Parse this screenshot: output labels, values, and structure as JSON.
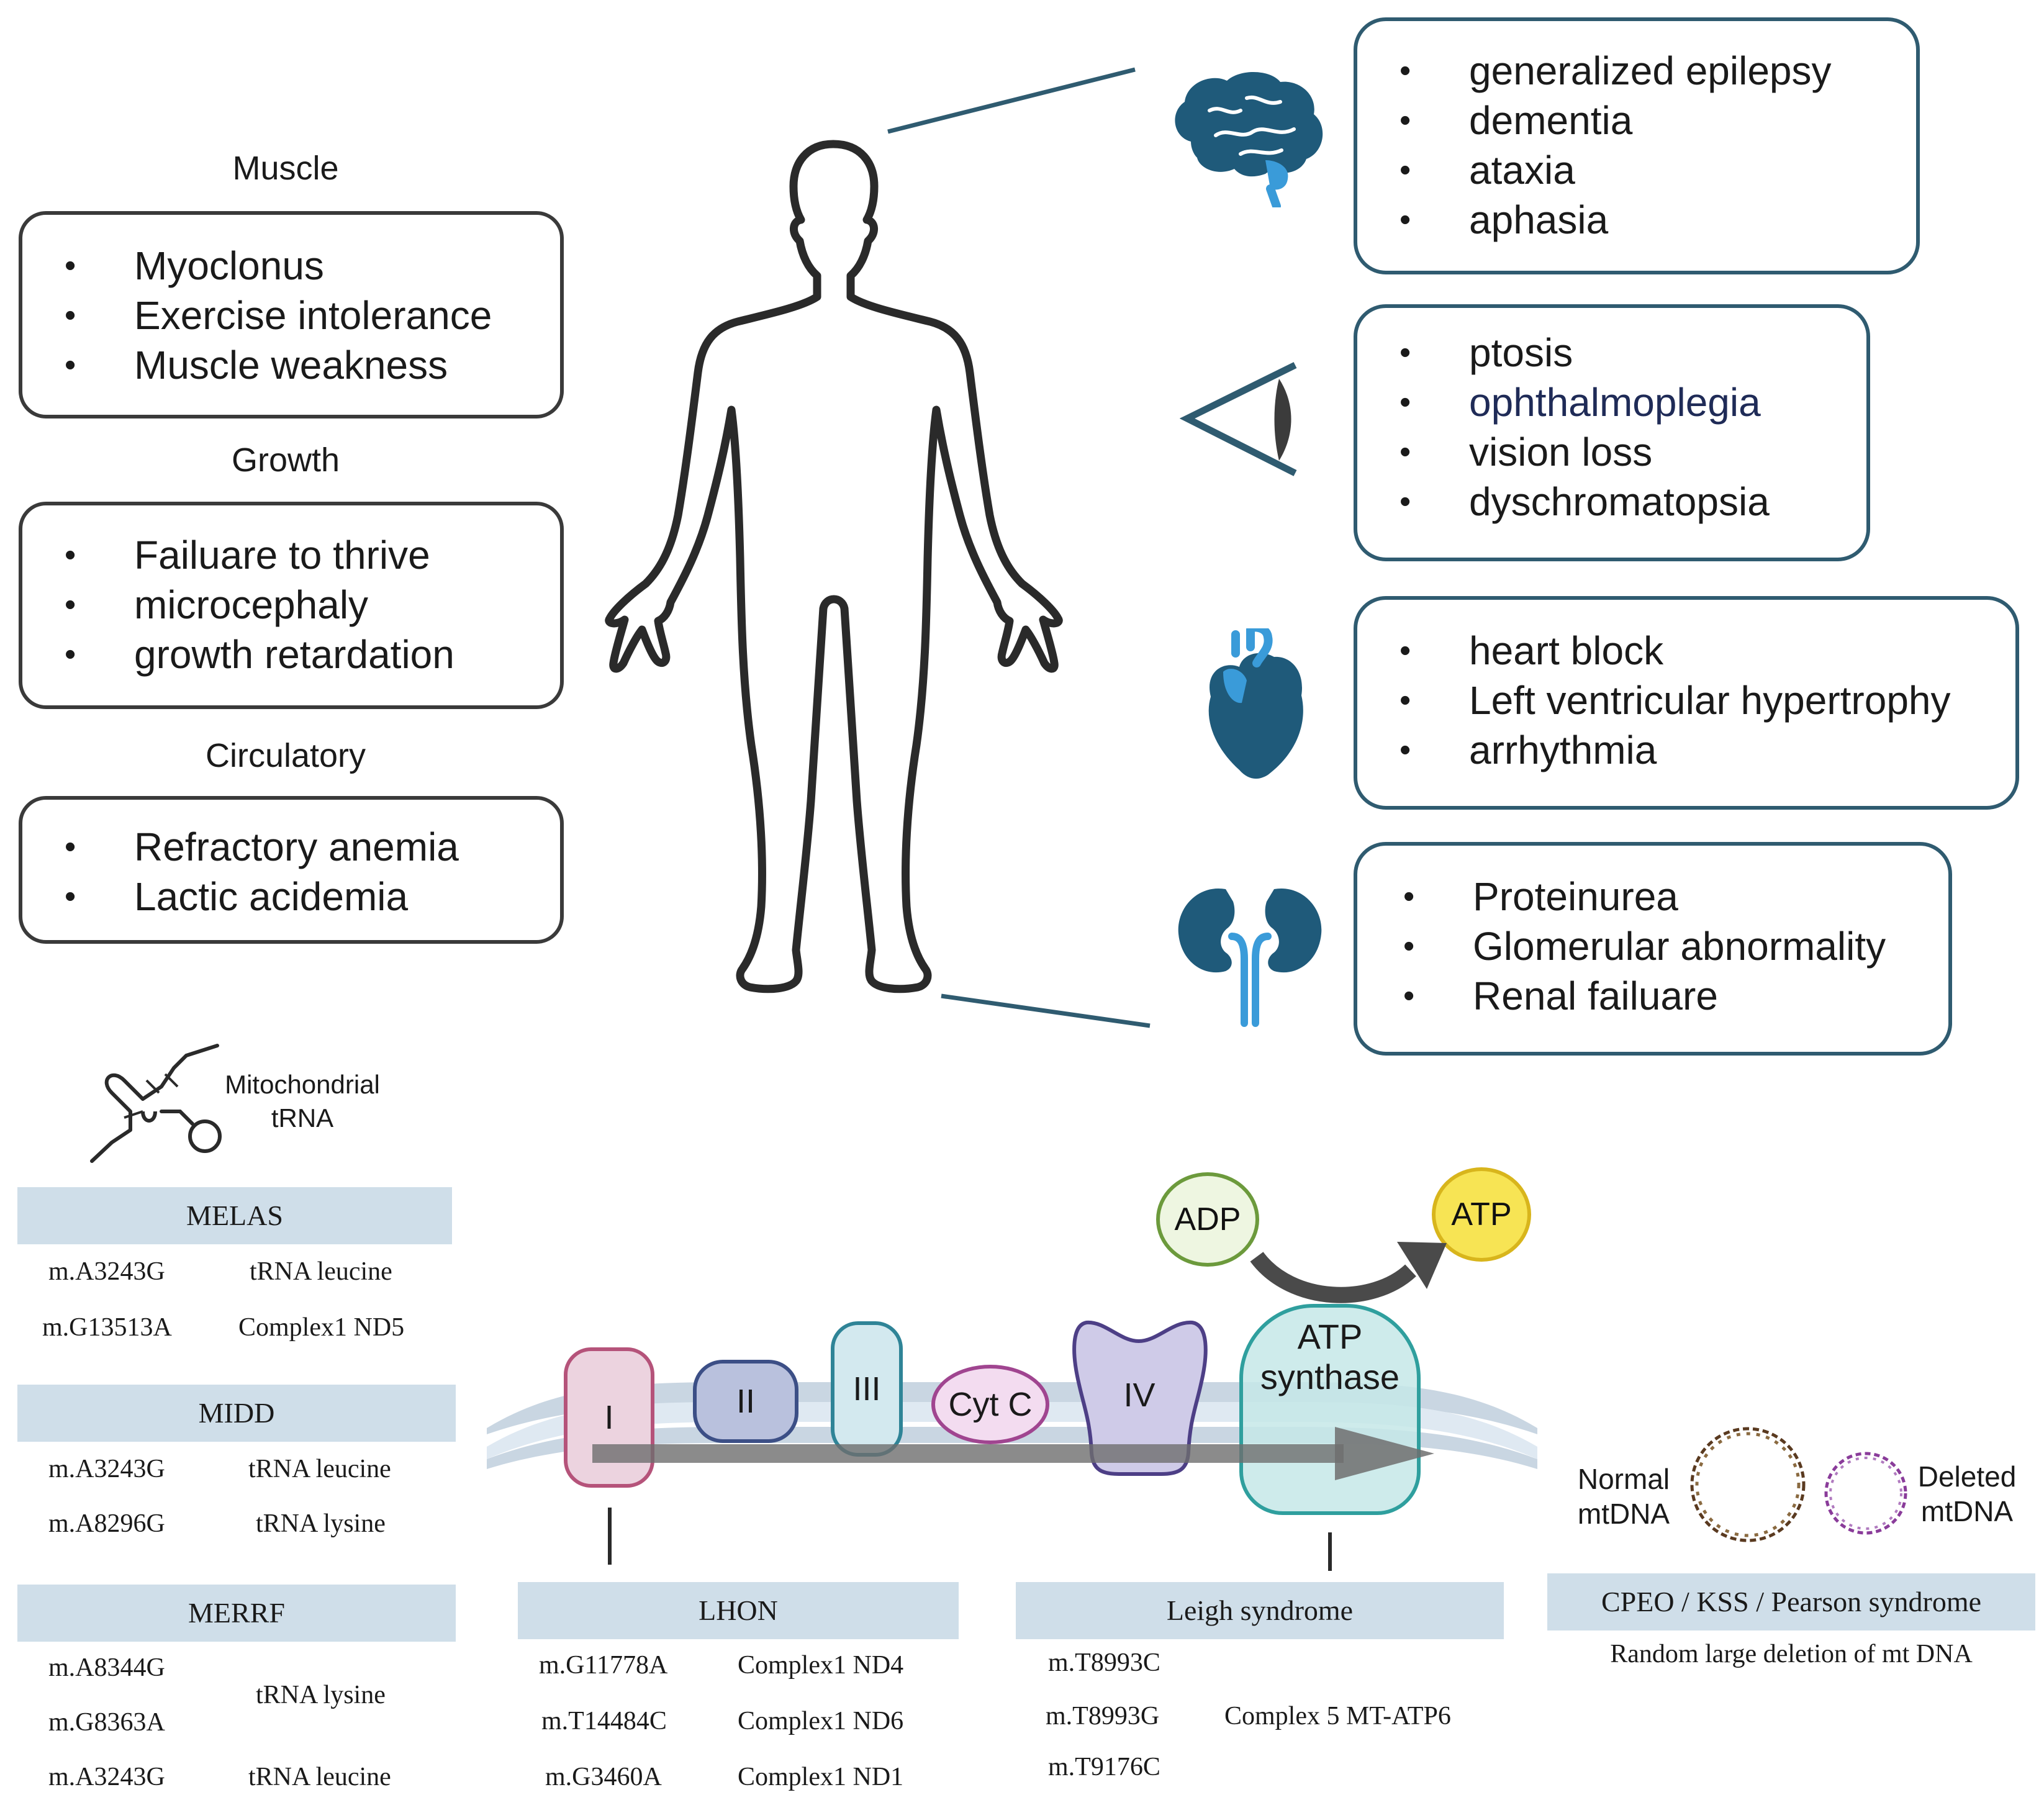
{
  "left_panels": [
    {
      "title": "Muscle",
      "items": [
        "Myoclonus",
        "Exercise intolerance",
        "Muscle weakness"
      ]
    },
    {
      "title": "Growth",
      "items": [
        "Failuare to thrive",
        "microcephaly",
        "growth retardation"
      ]
    },
    {
      "title": "Circulatory",
      "items": [
        "Refractory anemia",
        "Lactic acidemia"
      ]
    }
  ],
  "organ_panels": {
    "brain": {
      "items": [
        "generalized epilepsy",
        "dementia",
        "ataxia",
        "aphasia"
      ]
    },
    "eye": {
      "items": [
        "ptosis",
        "ophthalmoplegia",
        "vision loss",
        "dyschromatopsia"
      ]
    },
    "heart": {
      "items": [
        "heart block",
        "Left ventricular hypertrophy",
        "arrhythmia"
      ]
    },
    "kidney": {
      "items": [
        "Proteinurea",
        "Glomerular abnormality",
        "Renal failuare"
      ]
    }
  },
  "trna_label": {
    "line1": "Mitochondrial",
    "line2": "tRNA"
  },
  "tables": {
    "melas": {
      "title": "MELAS",
      "rows": [
        [
          "m.A3243G",
          "tRNA leucine"
        ],
        [
          "m.G13513A",
          "Complex1 ND5"
        ]
      ]
    },
    "midd": {
      "title": "MIDD",
      "rows": [
        [
          "m.A3243G",
          "tRNA leucine"
        ],
        [
          "m.A8296G",
          "tRNA lysine"
        ]
      ]
    },
    "merrf": {
      "title": "MERRF",
      "mutations": [
        "m.A8344G",
        "m.G8363A",
        "m.A3243G"
      ],
      "gene_a": "tRNA lysine",
      "gene_b": "tRNA leucine"
    },
    "lhon": {
      "title": "LHON",
      "rows": [
        [
          "m.G11778A",
          "Complex1 ND4"
        ],
        [
          "m.T14484C",
          "Complex1 ND6"
        ],
        [
          "m.G3460A",
          "Complex1 ND1"
        ]
      ]
    },
    "leigh": {
      "title": "Leigh syndrome",
      "mutations": [
        "m.T8993C",
        "m.T8993G",
        "m.T9176C"
      ],
      "gene": "Complex 5 MT-ATP6"
    },
    "cpeo": {
      "title": "CPEO / KSS / Pearson syndrome",
      "desc": "Random large deletion of mt DNA"
    }
  },
  "etc": {
    "complex1": "I",
    "complex2": "II",
    "complex3": "III",
    "cytc": "Cyt C",
    "complex4": "IV",
    "atp_synthase_l1": "ATP",
    "atp_synthase_l2": "synthase",
    "adp": "ADP",
    "atp": "ATP"
  },
  "mtdna": {
    "normal_l1": "Normal",
    "normal_l2": "mtDNA",
    "deleted_l1": "Deleted",
    "deleted_l2": "mtDNA"
  },
  "colors": {
    "organ_blue": "#1f5a7a",
    "organ_light": "#3a9bd9",
    "box_teal": "#2f5b70",
    "band": "#cfdee9"
  }
}
